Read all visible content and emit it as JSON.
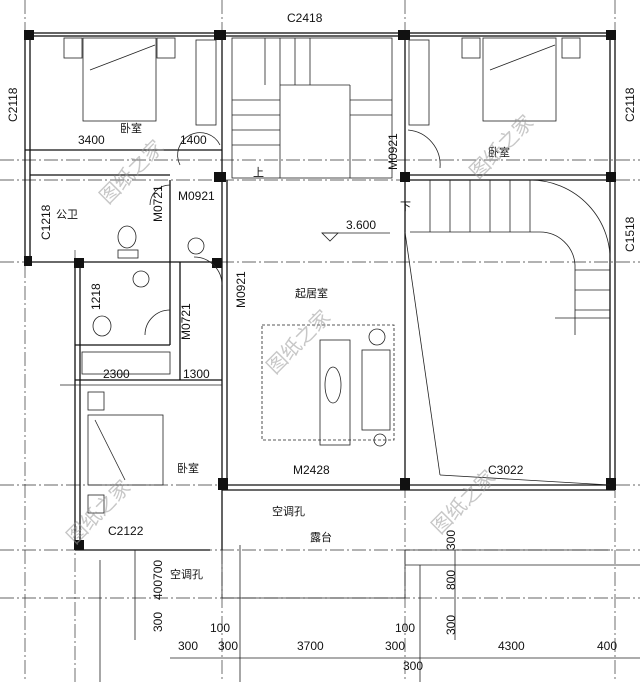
{
  "plan": {
    "elevation": "3.600",
    "rooms": {
      "bedroom_top_left": "卧室",
      "bedroom_top_right": "卧室",
      "bedroom_bottom_left": "卧室",
      "public_bath": "公卫",
      "living_room": "起居室",
      "terrace": "露台",
      "ac_hole_1": "空调孔",
      "ac_hole_2": "空调孔",
      "stair_down_1": "上",
      "stair_down_2": "下"
    },
    "windows": {
      "top": "C2418",
      "left_top": "C2118",
      "right_top": "C2118",
      "bath": "C1218",
      "bath2": "1218",
      "right_mid": "C1518",
      "bottom_bedroom": "C2122",
      "living_bottom_right": "C3022"
    },
    "doors": {
      "bedroom_tl": "M0921",
      "bath": "M0721",
      "living_left": "M0921",
      "bath2": "M0721",
      "bedroom_tr": "M0921",
      "living_main": "M2428"
    },
    "dims": {
      "d3400": "3400",
      "d1400": "1400",
      "d2300": "2300",
      "d1300": "1300",
      "d400700": "400700",
      "d300_left": "300",
      "d300_r1": "300",
      "d800": "800",
      "d300_r2": "300",
      "b300a": "300",
      "b100a": "100",
      "b300b": "300",
      "b3700": "3700",
      "b300c": "300",
      "b100b": "100",
      "b300d": "300",
      "b4300": "4300",
      "b400": "400"
    },
    "watermark": "图纸之家"
  }
}
